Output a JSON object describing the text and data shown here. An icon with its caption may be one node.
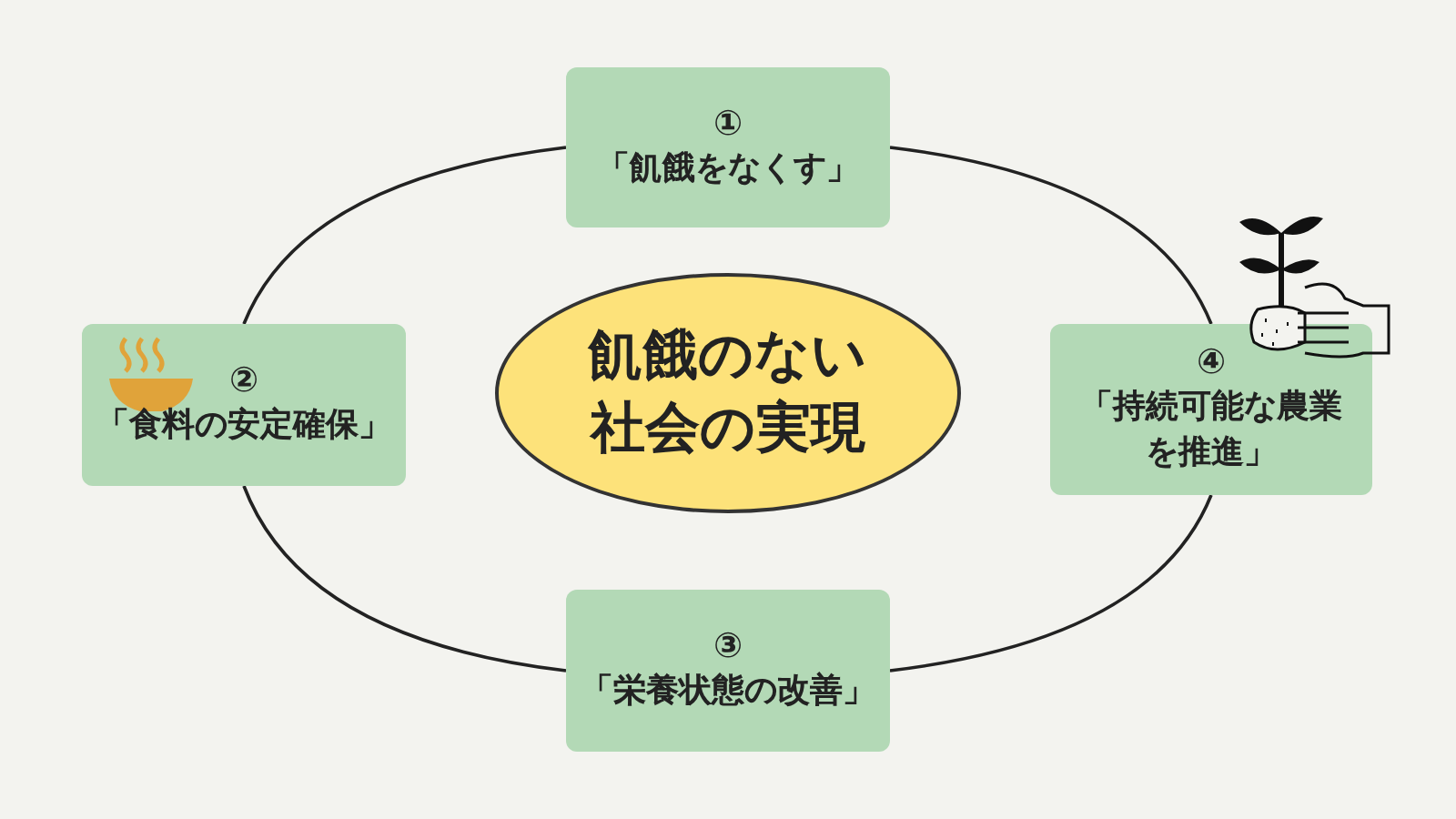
{
  "diagram": {
    "nodes": [
      {
        "text": [
          "①",
          "「飢餓をなくす」"
        ]
      },
      {
        "text": [
          "②",
          "「食料の安定確保」"
        ]
      },
      {
        "text": [
          "飢餓のない社会の実現"
        ]
      },
      {
        "text": [
          "④",
          "「持続可能な農業を推進」"
        ]
      },
      {
        "text": [
          "③",
          "「栄養状態の改善」"
        ]
      }
    ],
    "edges": [
      {
        "from": 0,
        "to": 1,
        "arrow": "none"
      },
      {
        "from": 1,
        "to": 4,
        "arrow": "none"
      },
      {
        "from": 4,
        "to": 3,
        "arrow": "none"
      },
      {
        "from": 3,
        "to": 0,
        "arrow": "none"
      }
    ]
  }
}
